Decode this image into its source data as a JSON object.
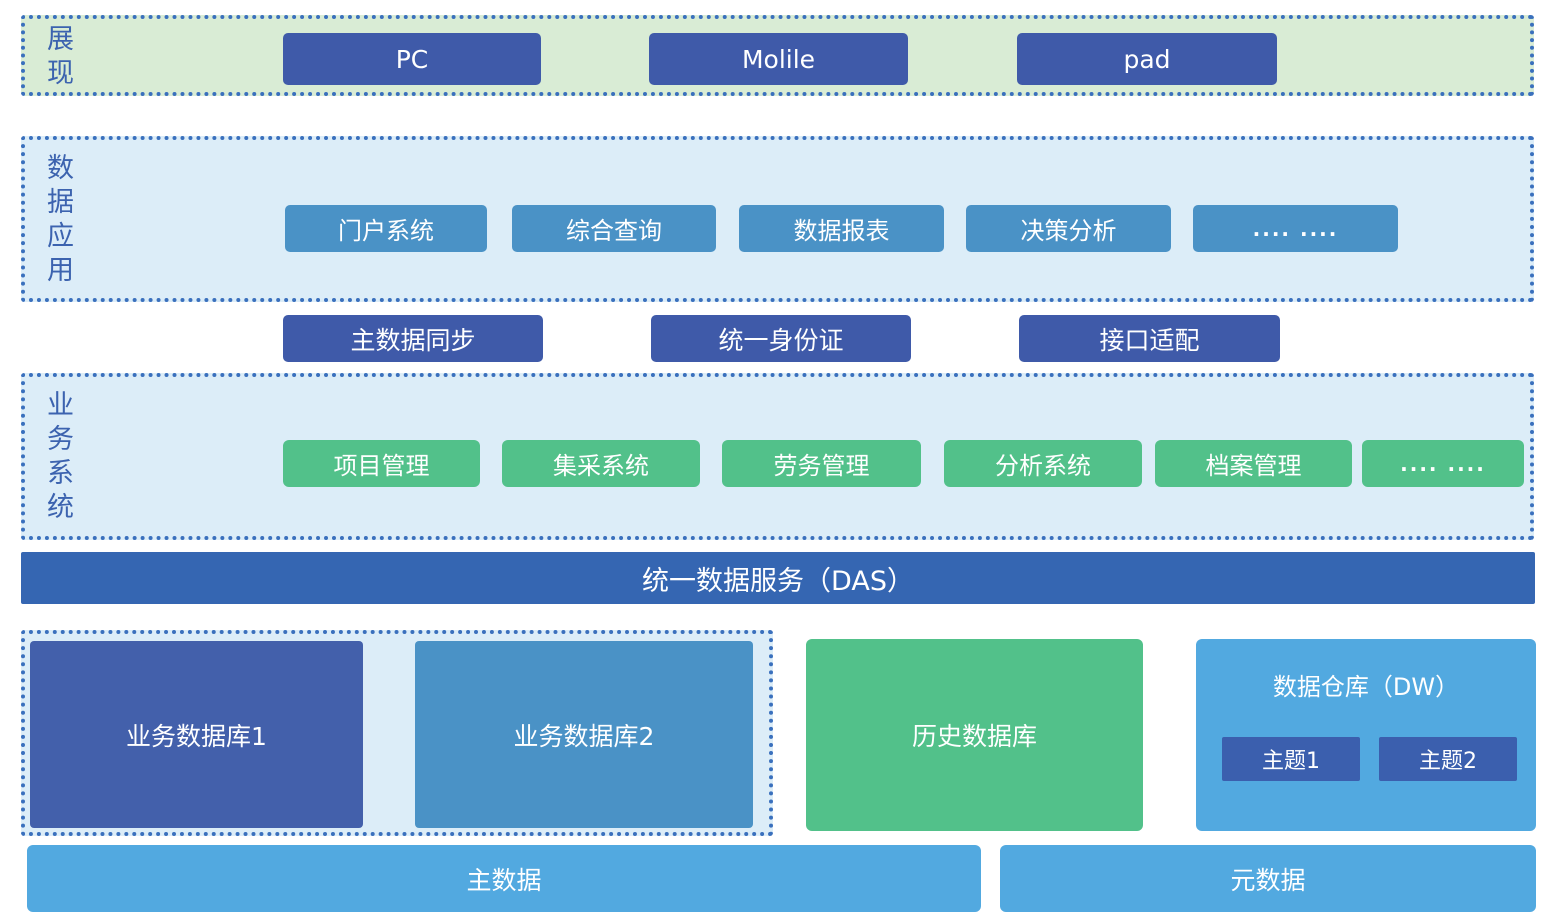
{
  "presentation": {
    "label": "展现",
    "items": [
      "PC",
      "Molile",
      "pad"
    ]
  },
  "data_application": {
    "label": "数据应用",
    "items": [
      "门户系统",
      "综合查询",
      "数据报表",
      "决策分析",
      ".... ...."
    ]
  },
  "sync_row": {
    "items": [
      "主数据同步",
      "统一身份证",
      "接口适配"
    ]
  },
  "business_system": {
    "label": "业务系统",
    "items": [
      "项目管理",
      "集采系统",
      "劳务管理",
      "分析系统",
      "档案管理",
      ".... ...."
    ]
  },
  "das": {
    "label": "统一数据服务（DAS）"
  },
  "storage": {
    "business_db1": "业务数据库1",
    "business_db2": "业务数据库2",
    "history_db": "历史数据库",
    "dw_title": "数据仓库（DW）",
    "topic1": "主题1",
    "topic2": "主题2"
  },
  "foundation": {
    "master_data": "主数据",
    "metadata": "元数据"
  },
  "colors": {
    "dark_blue": "#3f5aa9",
    "medium_blue": "#4a92c6",
    "green": "#52c18a",
    "das_blue": "#3566b2",
    "sky_blue": "#52a9e0",
    "db_dark_blue": "#4360ab",
    "topic_blue": "#3b5fae",
    "light_green_bg": "#d9ecd5",
    "light_blue_bg": "#dcedf8",
    "dotted_border": "#3a70bd",
    "label_text": "#3c63af"
  }
}
